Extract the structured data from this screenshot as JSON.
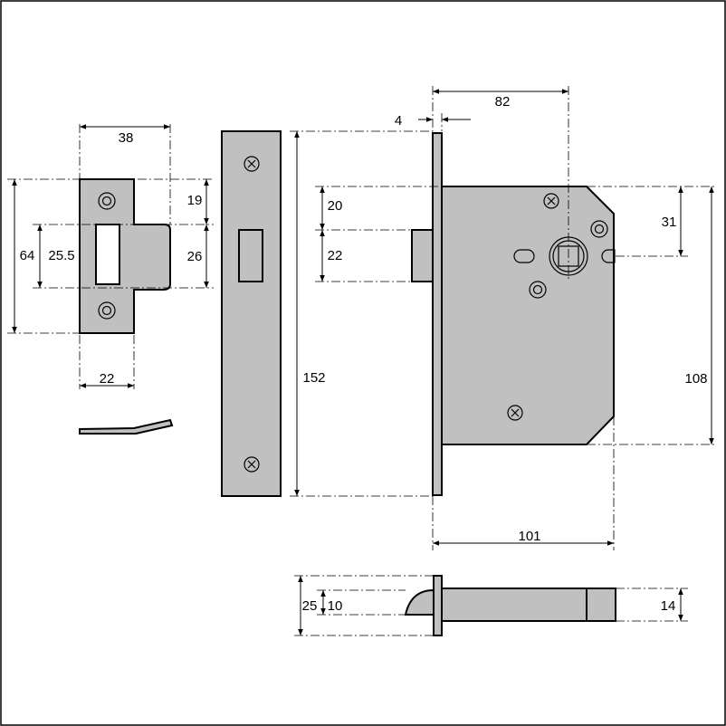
{
  "colors": {
    "metal": "#c0c0c0",
    "line": "#000000",
    "background": "#ffffff"
  },
  "dimensions": {
    "strike_width": "38",
    "strike_height": "64",
    "strike_opening": "25.5",
    "strike_top": "19",
    "strike_lip": "26",
    "strike_bottom": "22",
    "forend_height": "152",
    "backset": "82",
    "forend_thickness": "4",
    "latch_to_top": "20",
    "latch_height": "22",
    "spindle_to_top": "31",
    "case_height": "108",
    "case_depth": "101",
    "bolt_plate": "25",
    "bolt_gap": "10",
    "bolt_height": "14"
  }
}
